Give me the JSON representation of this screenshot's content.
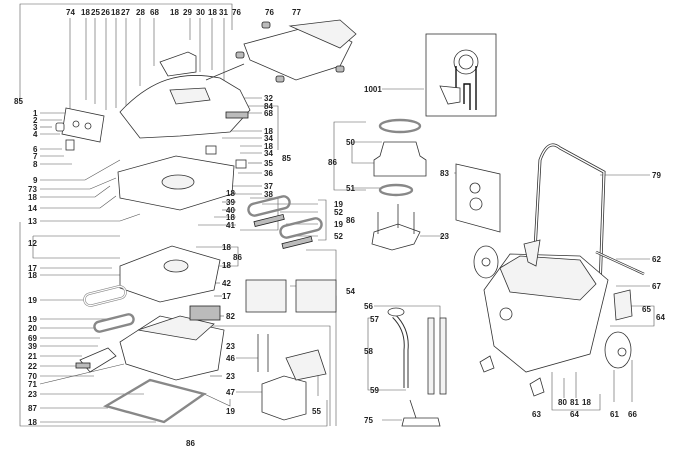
{
  "title": "Wet/dry vacuum cleaner exploded parts diagram",
  "part_labels": {
    "top_row": [
      "74",
      "18",
      "25",
      "26",
      "18",
      "27",
      "28",
      "68",
      "18",
      "29",
      "30",
      "18",
      "31",
      "76",
      "76",
      "77"
    ],
    "left_column": [
      "85",
      "1",
      "2",
      "3",
      "4",
      "6",
      "7",
      "8",
      "9",
      "73",
      "18",
      "14",
      "13",
      "12",
      "17",
      "18",
      "19",
      "19",
      "20",
      "69",
      "39",
      "21",
      "22",
      "70",
      "71",
      "23",
      "87",
      "18"
    ],
    "center_column": [
      "32",
      "84",
      "68",
      "18",
      "34",
      "18",
      "34",
      "85",
      "35",
      "36",
      "37",
      "38",
      "18",
      "39",
      "40",
      "18",
      "41",
      "18",
      "18",
      "86",
      "42",
      "17",
      "82",
      "23",
      "46",
      "23",
      "47",
      "19",
      "55",
      "86"
    ],
    "filter_group": [
      "19",
      "52",
      "19",
      "52",
      "86",
      "54"
    ],
    "motor_group": [
      "50",
      "86",
      "51",
      "23"
    ],
    "wiring_inset": [
      "1001"
    ],
    "hose_group": [
      "56",
      "57",
      "58",
      "59",
      "75"
    ],
    "container_group": [
      "83",
      "79",
      "62",
      "67",
      "65",
      "64",
      "80",
      "81",
      "18",
      "63",
      "64",
      "61",
      "66"
    ]
  },
  "labels": [
    {
      "id": "l74",
      "text": "74"
    },
    {
      "id": "l18a",
      "text": "18"
    },
    {
      "id": "l25",
      "text": "25"
    },
    {
      "id": "l26",
      "text": "26"
    },
    {
      "id": "l18b",
      "text": "18"
    },
    {
      "id": "l27",
      "text": "27"
    },
    {
      "id": "l28",
      "text": "28"
    },
    {
      "id": "l68a",
      "text": "68"
    },
    {
      "id": "l18c",
      "text": "18"
    },
    {
      "id": "l29",
      "text": "29"
    },
    {
      "id": "l30",
      "text": "30"
    },
    {
      "id": "l18d",
      "text": "18"
    },
    {
      "id": "l31",
      "text": "31"
    },
    {
      "id": "l76a",
      "text": "76"
    },
    {
      "id": "l76b",
      "text": "76"
    },
    {
      "id": "l77",
      "text": "77"
    },
    {
      "id": "l85a",
      "text": "85"
    },
    {
      "id": "l1",
      "text": "1"
    },
    {
      "id": "l2",
      "text": "2"
    },
    {
      "id": "l3",
      "text": "3"
    },
    {
      "id": "l4",
      "text": "4"
    },
    {
      "id": "l6",
      "text": "6"
    },
    {
      "id": "l7",
      "text": "7"
    },
    {
      "id": "l8",
      "text": "8"
    },
    {
      "id": "l9",
      "text": "9"
    },
    {
      "id": "l73",
      "text": "73"
    },
    {
      "id": "l18e",
      "text": "18"
    },
    {
      "id": "l14",
      "text": "14"
    },
    {
      "id": "l13",
      "text": "13"
    },
    {
      "id": "l12",
      "text": "12"
    },
    {
      "id": "l17a",
      "text": "17"
    },
    {
      "id": "l18f",
      "text": "18"
    },
    {
      "id": "l19a",
      "text": "19"
    },
    {
      "id": "l19b",
      "text": "19"
    },
    {
      "id": "l20",
      "text": "20"
    },
    {
      "id": "l69",
      "text": "69"
    },
    {
      "id": "l39a",
      "text": "39"
    },
    {
      "id": "l21",
      "text": "21"
    },
    {
      "id": "l22",
      "text": "22"
    },
    {
      "id": "l70",
      "text": "70"
    },
    {
      "id": "l71",
      "text": "71"
    },
    {
      "id": "l23a",
      "text": "23"
    },
    {
      "id": "l87",
      "text": "87"
    },
    {
      "id": "l18g",
      "text": "18"
    },
    {
      "id": "l32",
      "text": "32"
    },
    {
      "id": "l84",
      "text": "84"
    },
    {
      "id": "l68b",
      "text": "68"
    },
    {
      "id": "l18h",
      "text": "18"
    },
    {
      "id": "l34a",
      "text": "34"
    },
    {
      "id": "l18i",
      "text": "18"
    },
    {
      "id": "l34b",
      "text": "34"
    },
    {
      "id": "l85b",
      "text": "85"
    },
    {
      "id": "l35",
      "text": "35"
    },
    {
      "id": "l36",
      "text": "36"
    },
    {
      "id": "l37",
      "text": "37"
    },
    {
      "id": "l38",
      "text": "38"
    },
    {
      "id": "l18j",
      "text": "18"
    },
    {
      "id": "l39b",
      "text": "39"
    },
    {
      "id": "l40",
      "text": "40"
    },
    {
      "id": "l18k",
      "text": "18"
    },
    {
      "id": "l41",
      "text": "41"
    },
    {
      "id": "l18l",
      "text": "18"
    },
    {
      "id": "l18m",
      "text": "18"
    },
    {
      "id": "l86a",
      "text": "86"
    },
    {
      "id": "l42",
      "text": "42"
    },
    {
      "id": "l17b",
      "text": "17"
    },
    {
      "id": "l82",
      "text": "82"
    },
    {
      "id": "l23b",
      "text": "23"
    },
    {
      "id": "l46",
      "text": "46"
    },
    {
      "id": "l23c",
      "text": "23"
    },
    {
      "id": "l47",
      "text": "47"
    },
    {
      "id": "l19c",
      "text": "19"
    },
    {
      "id": "l55",
      "text": "55"
    },
    {
      "id": "l86b",
      "text": "86"
    },
    {
      "id": "l19d",
      "text": "19"
    },
    {
      "id": "l52a",
      "text": "52"
    },
    {
      "id": "l19e",
      "text": "19"
    },
    {
      "id": "l52b",
      "text": "52"
    },
    {
      "id": "l86c",
      "text": "86"
    },
    {
      "id": "l54",
      "text": "54"
    },
    {
      "id": "l50",
      "text": "50"
    },
    {
      "id": "l86d",
      "text": "86"
    },
    {
      "id": "l51",
      "text": "51"
    },
    {
      "id": "l23d",
      "text": "23"
    },
    {
      "id": "l1001",
      "text": "1001"
    },
    {
      "id": "l56",
      "text": "56"
    },
    {
      "id": "l57",
      "text": "57"
    },
    {
      "id": "l58",
      "text": "58"
    },
    {
      "id": "l59",
      "text": "59"
    },
    {
      "id": "l75",
      "text": "75"
    },
    {
      "id": "l83",
      "text": "83"
    },
    {
      "id": "l79",
      "text": "79"
    },
    {
      "id": "l62",
      "text": "62"
    },
    {
      "id": "l67",
      "text": "67"
    },
    {
      "id": "l65",
      "text": "65"
    },
    {
      "id": "l64a",
      "text": "64"
    },
    {
      "id": "l80",
      "text": "80"
    },
    {
      "id": "l81",
      "text": "81"
    },
    {
      "id": "l18n",
      "text": "18"
    },
    {
      "id": "l63",
      "text": "63"
    },
    {
      "id": "l64b",
      "text": "64"
    },
    {
      "id": "l61",
      "text": "61"
    },
    {
      "id": "l66",
      "text": "66"
    }
  ]
}
